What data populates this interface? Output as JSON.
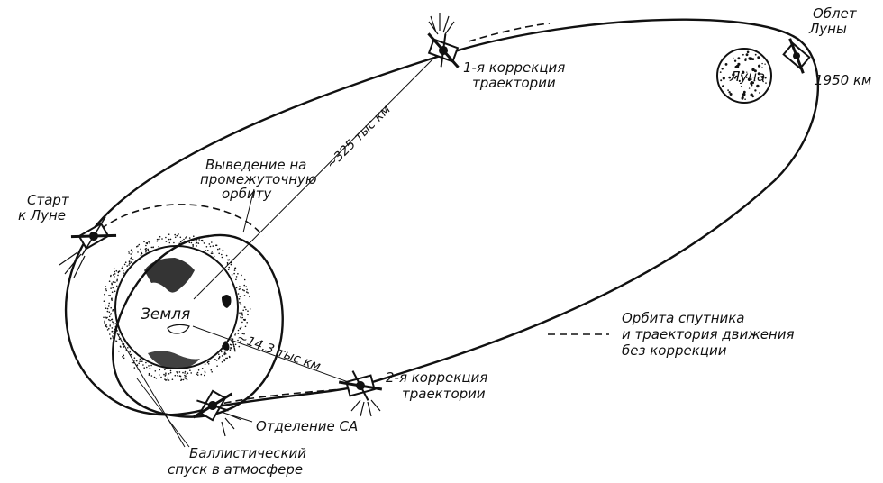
{
  "labels": {
    "start_line1": "Старт",
    "start_line2": "к Луне",
    "insertion_line1": "Выведение на",
    "insertion_line2": "промежуточную",
    "insertion_line3": "орбиту",
    "correction1_line1": "1-я коррекция",
    "correction1_line2": "траектории",
    "flyby_line1": "Облет",
    "flyby_line2": "Луны",
    "flyby_distance": "1950 км",
    "moon": "Луна",
    "earth": "Земля",
    "distance_far": "~325 тыс км",
    "distance_near": "~14,3 тыс км",
    "correction2_line1": "2-я коррекция",
    "correction2_line2": "траектории",
    "separation": "Отделение СА",
    "ballistic_line1": "Баллистический",
    "ballistic_line2": "спуск в атмосфере"
  },
  "legend": {
    "line1": "Орбита спутника",
    "line2": "и траектория движения",
    "line3": "без коррекции"
  }
}
